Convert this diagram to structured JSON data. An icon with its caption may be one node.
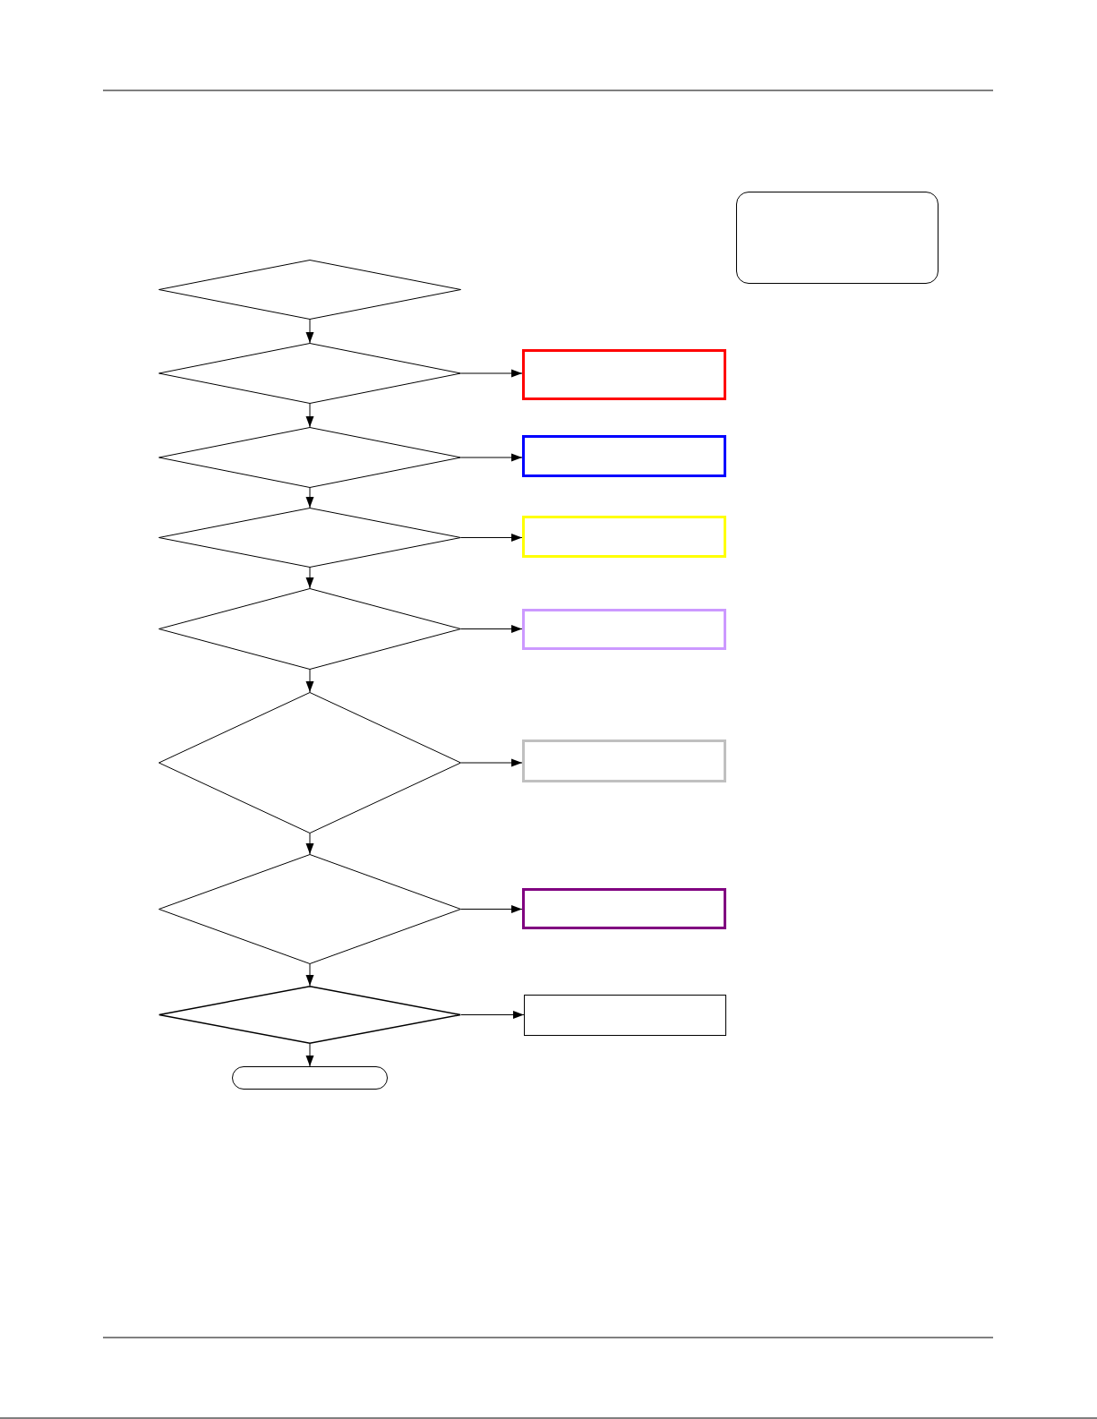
{
  "diagram": {
    "nodes": [
      {
        "text": [],
        "shape": "box"
      },
      {
        "text": [],
        "shape": "diamond"
      },
      {
        "text": [],
        "shape": "diamond"
      },
      {
        "text": [],
        "shape": "box"
      },
      {
        "text": [],
        "shape": "diamond"
      },
      {
        "text": [],
        "shape": "box"
      },
      {
        "text": [],
        "shape": "diamond"
      },
      {
        "text": [],
        "shape": "box"
      },
      {
        "text": [],
        "shape": "diamond"
      },
      {
        "text": [],
        "shape": "box"
      },
      {
        "text": [],
        "shape": "diamond"
      },
      {
        "text": [],
        "shape": "box"
      },
      {
        "text": [],
        "shape": "diamond"
      },
      {
        "text": [],
        "shape": "box"
      },
      {
        "text": [],
        "shape": "diamond"
      },
      {
        "text": [],
        "shape": "box"
      },
      {
        "text": [],
        "shape": "pill"
      }
    ],
    "edges": [
      {
        "from": 1,
        "to": 2,
        "arrow": "to"
      },
      {
        "from": 2,
        "to": 3,
        "arrow": "to"
      },
      {
        "from": 2,
        "to": 4,
        "arrow": "to"
      },
      {
        "from": 4,
        "to": 5,
        "arrow": "to"
      },
      {
        "from": 4,
        "to": 6,
        "arrow": "to"
      },
      {
        "from": 6,
        "to": 7,
        "arrow": "to"
      },
      {
        "from": 6,
        "to": 8,
        "arrow": "to"
      },
      {
        "from": 8,
        "to": 9,
        "arrow": "to"
      },
      {
        "from": 8,
        "to": 10,
        "arrow": "to"
      },
      {
        "from": 10,
        "to": 11,
        "arrow": "to"
      },
      {
        "from": 10,
        "to": 12,
        "arrow": "to"
      },
      {
        "from": 12,
        "to": 13,
        "arrow": "to"
      },
      {
        "from": 12,
        "to": 14,
        "arrow": "to"
      },
      {
        "from": 14,
        "to": 15,
        "arrow": "to"
      },
      {
        "from": 14,
        "to": 16,
        "arrow": "to"
      }
    ]
  }
}
